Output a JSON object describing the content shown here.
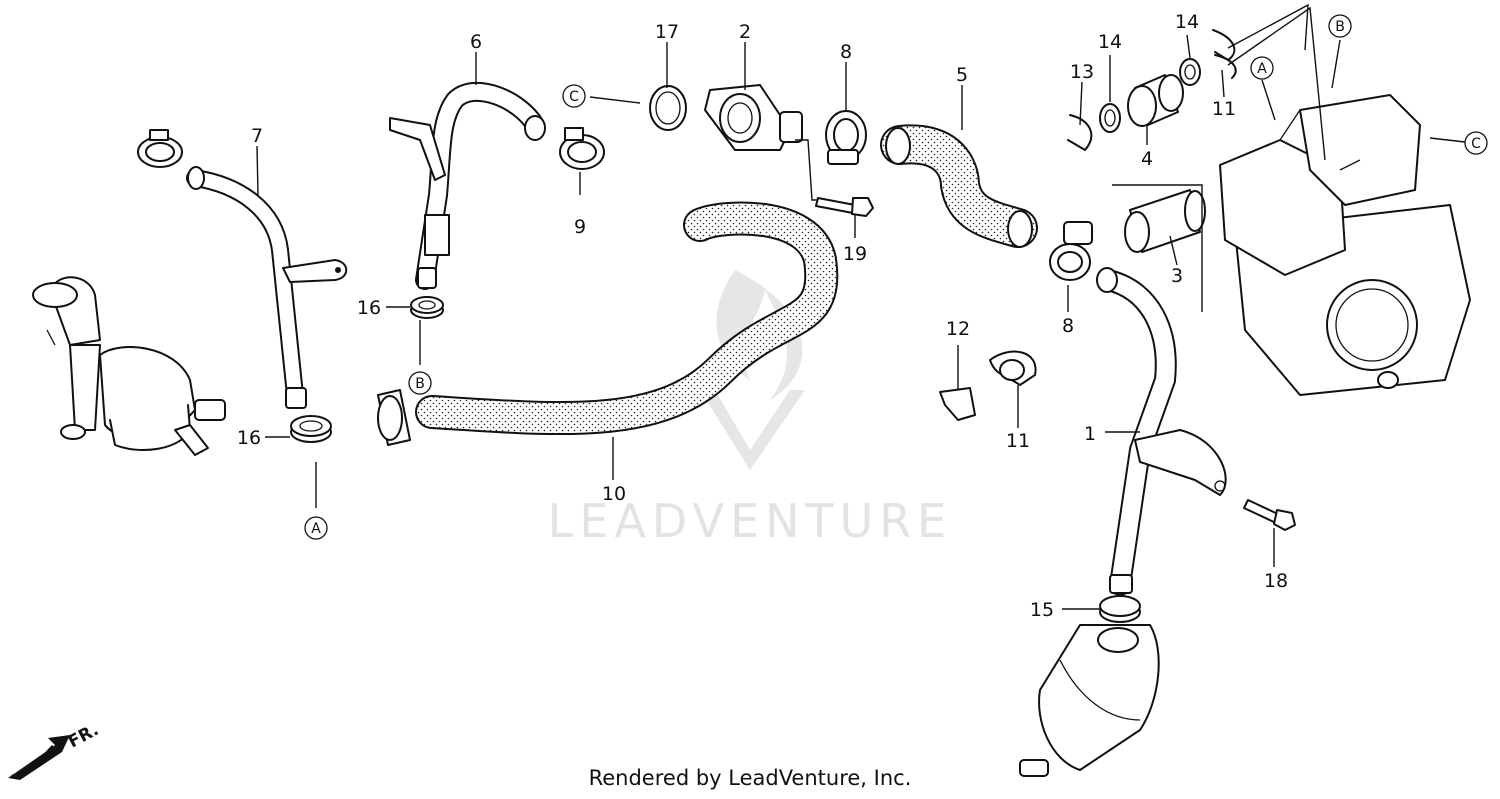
{
  "watermark": "LEADVENTURE",
  "footer": "Rendered by LeadVenture, Inc.",
  "front_marker": "FR.",
  "callouts": {
    "c1": "1",
    "c2": "2",
    "c3": "3",
    "c4": "4",
    "c5": "5",
    "c6": "6",
    "c7": "7",
    "c8a": "8",
    "c8b": "8",
    "c9": "9",
    "c10": "10",
    "c11a": "11",
    "c11b": "11",
    "c12": "12",
    "c13": "13",
    "c14a": "14",
    "c14b": "14",
    "c15": "15",
    "c16a": "16",
    "c16b": "16",
    "c17": "17",
    "c18": "18",
    "c19": "19"
  },
  "refs": {
    "A1": "A",
    "A2": "A",
    "B1": "B",
    "B2": "B",
    "C1": "C",
    "C2": "C"
  },
  "colors": {
    "line": "#111111",
    "watermark": "#e6e6e6",
    "background": "#ffffff"
  }
}
